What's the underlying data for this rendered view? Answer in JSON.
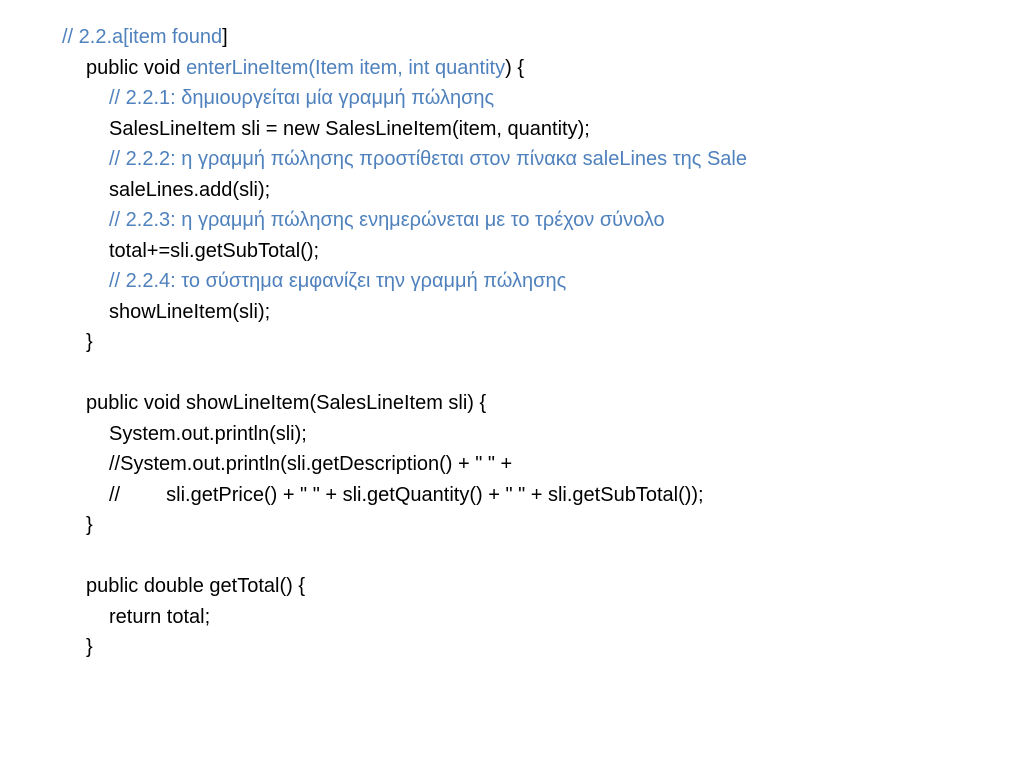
{
  "colors": {
    "comment": "#4f81bd",
    "text": "#000000",
    "background": "#ffffff"
  },
  "lines": {
    "l01": {
      "a": "// 2.2.a[item found",
      "b": "]"
    },
    "l02": {
      "a": "public void ",
      "b": "enterLineItem(Item item, int quantity",
      "c": ") {"
    },
    "l03": "// 2.2.1: δημιουργείται μία γραμμή πώλησης",
    "l04": "SalesLineItem sli = new SalesLineItem(item, quantity);",
    "l05": "// 2.2.2: η γραμμή πώλησης προστίθεται στον πίνακα saleLines της Sale",
    "l06": "saleLines.add(sli);",
    "l07": "// 2.2.3: η γραμμή πώλησης ενημερώνεται με το τρέχον σύνολο",
    "l08": "total+=sli.getSubTotal();",
    "l09": "// 2.2.4: το σύστημα εμφανίζει την γραμμή πώλησης",
    "l10": "showLineItem(sli);",
    "l11": "}",
    "l13": "public void showLineItem(SalesLineItem sli) {",
    "l14": "System.out.println(sli);",
    "l15": "//System.out.println(sli.getDescription() + \" \" +",
    "l16": {
      "a": "//",
      "b": "sli.getPrice() + \" \" + sli.getQuantity() + \" \" + sli.getSubTotal());"
    },
    "l17": "}",
    "l19": "public double getTotal() {",
    "l20": "return total;",
    "l21": "}"
  }
}
